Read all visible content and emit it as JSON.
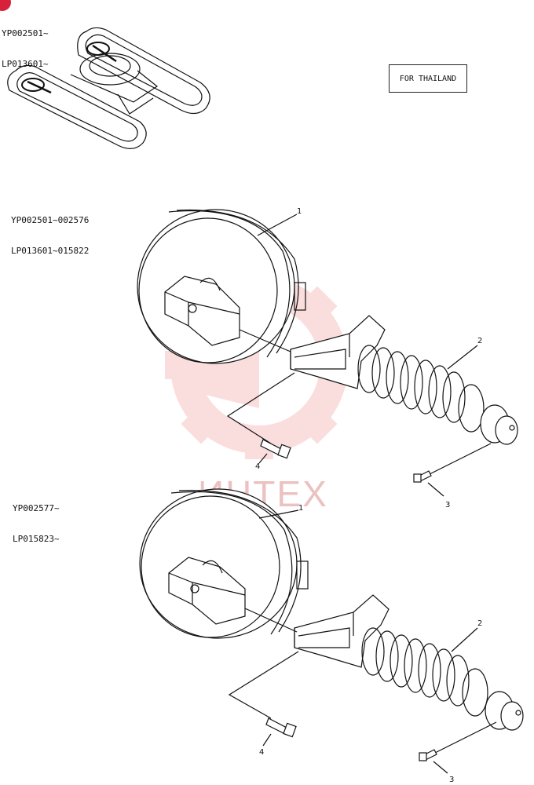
{
  "serials": {
    "overview": [
      "YP002501~",
      "LP013601~"
    ],
    "group_a": [
      "YP002501~002576",
      "LP013601~015822"
    ],
    "group_b": [
      "YP002577~",
      "LP015823~"
    ]
  },
  "note": "FOR THAILAND",
  "callouts": {
    "a1": "1",
    "a2": "2",
    "a3": "3",
    "a4": "4",
    "b1": "1",
    "b2": "2",
    "b3": "3",
    "b4": "4"
  },
  "watermark": "ИНТЕХ",
  "colors": {
    "line": "#111111",
    "watermark": "#f2b8b8",
    "corner_badge": "#d8203a"
  }
}
